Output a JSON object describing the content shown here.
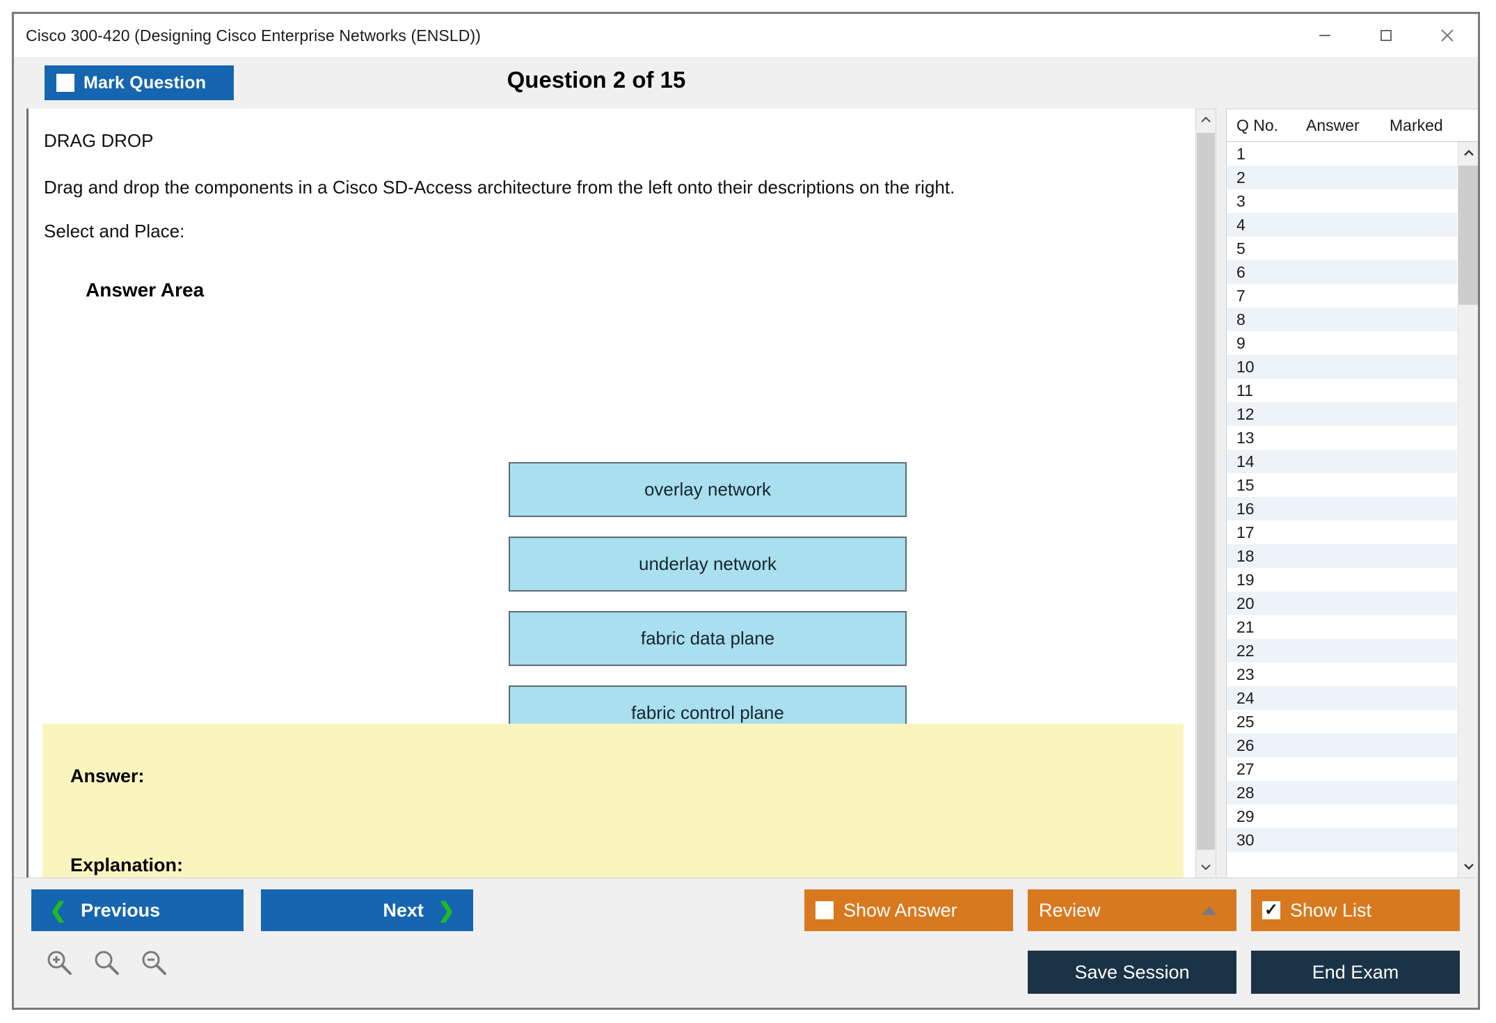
{
  "window": {
    "title": "Cisco 300-420 (Designing Cisco Enterprise Networks (ENSLD))",
    "controls": {
      "minimize": "minimize-icon",
      "maximize": "maximize-icon",
      "close": "close-icon"
    }
  },
  "header": {
    "mark_question_label": "Mark Question",
    "mark_question_checked": false,
    "question_counter": "Question 2 of 15"
  },
  "question": {
    "type_label": "DRAG DROP",
    "prompt": "Drag and drop the components in a Cisco SD-Access architecture from the left onto their descriptions on the right.",
    "instruction": "Select and Place:",
    "answer_area_title": "Answer Area",
    "drag_items": [
      "overlay network",
      "underlay network",
      "fabric data plane",
      "fabric control plane"
    ],
    "box_fill_color": "#a9dfee",
    "box_border_color": "#5d6b72"
  },
  "answer_panel": {
    "answer_label": "Answer:",
    "explanation_label": "Explanation:",
    "background_color": "#faf5bf"
  },
  "question_list": {
    "columns": [
      "Q No.",
      "Answer",
      "Marked"
    ],
    "rows": [
      {
        "no": "1",
        "answer": "",
        "marked": ""
      },
      {
        "no": "2",
        "answer": "",
        "marked": ""
      },
      {
        "no": "3",
        "answer": "",
        "marked": ""
      },
      {
        "no": "4",
        "answer": "",
        "marked": ""
      },
      {
        "no": "5",
        "answer": "",
        "marked": ""
      },
      {
        "no": "6",
        "answer": "",
        "marked": ""
      },
      {
        "no": "7",
        "answer": "",
        "marked": ""
      },
      {
        "no": "8",
        "answer": "",
        "marked": ""
      },
      {
        "no": "9",
        "answer": "",
        "marked": ""
      },
      {
        "no": "10",
        "answer": "",
        "marked": ""
      },
      {
        "no": "11",
        "answer": "",
        "marked": ""
      },
      {
        "no": "12",
        "answer": "",
        "marked": ""
      },
      {
        "no": "13",
        "answer": "",
        "marked": ""
      },
      {
        "no": "14",
        "answer": "",
        "marked": ""
      },
      {
        "no": "15",
        "answer": "",
        "marked": ""
      },
      {
        "no": "16",
        "answer": "",
        "marked": ""
      },
      {
        "no": "17",
        "answer": "",
        "marked": ""
      },
      {
        "no": "18",
        "answer": "",
        "marked": ""
      },
      {
        "no": "19",
        "answer": "",
        "marked": ""
      },
      {
        "no": "20",
        "answer": "",
        "marked": ""
      },
      {
        "no": "21",
        "answer": "",
        "marked": ""
      },
      {
        "no": "22",
        "answer": "",
        "marked": ""
      },
      {
        "no": "23",
        "answer": "",
        "marked": ""
      },
      {
        "no": "24",
        "answer": "",
        "marked": ""
      },
      {
        "no": "25",
        "answer": "",
        "marked": ""
      },
      {
        "no": "26",
        "answer": "",
        "marked": ""
      },
      {
        "no": "27",
        "answer": "",
        "marked": ""
      },
      {
        "no": "28",
        "answer": "",
        "marked": ""
      },
      {
        "no": "29",
        "answer": "",
        "marked": ""
      },
      {
        "no": "30",
        "answer": "",
        "marked": ""
      }
    ]
  },
  "footer": {
    "previous_label": "Previous",
    "next_label": "Next",
    "show_answer_label": "Show Answer",
    "show_answer_checked": false,
    "review_label": "Review",
    "show_list_label": "Show List",
    "show_list_checked": true,
    "save_session_label": "Save Session",
    "end_exam_label": "End Exam",
    "zoom_icons": [
      "zoom-in-icon",
      "zoom-reset-icon",
      "zoom-out-icon"
    ]
  },
  "colors": {
    "primary_blue": "#1565b0",
    "accent_orange": "#d9791f",
    "dark_navy": "#1b3347",
    "chevron_green": "#22bb22"
  }
}
